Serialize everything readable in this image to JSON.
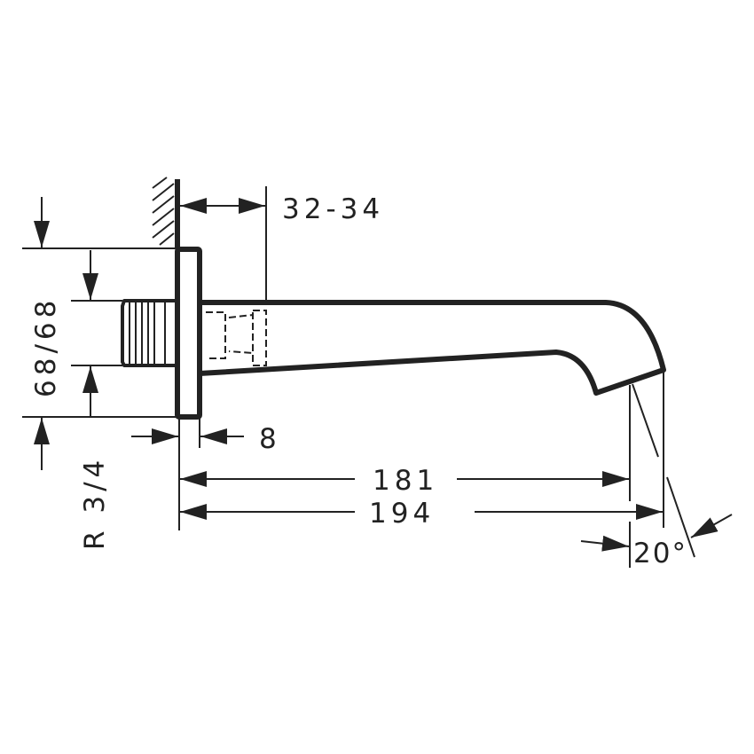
{
  "drawing": {
    "dimensions": {
      "wall_depth": "32-34",
      "height": "68/68",
      "thread": "R 3/4",
      "escutcheon_thickness": "8",
      "length_inner": "181",
      "length_total": "194",
      "angle": "20°"
    },
    "line_color": "#222222"
  }
}
